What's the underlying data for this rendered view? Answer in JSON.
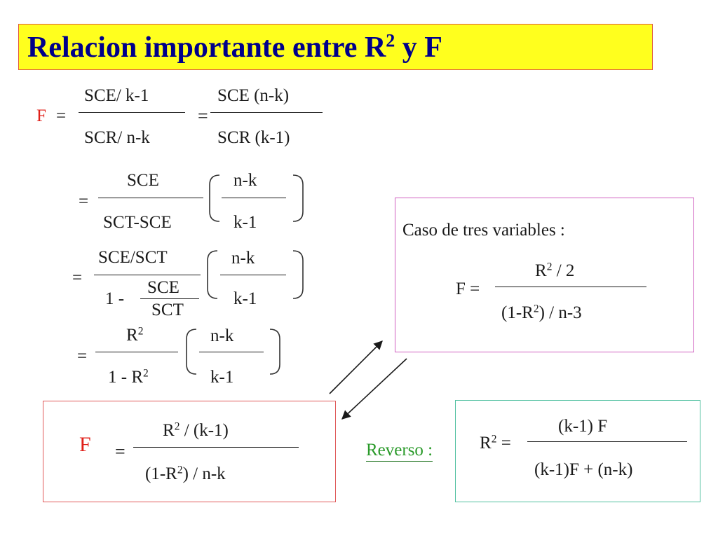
{
  "title": {
    "main": "Relacion importante entre R",
    "sup": "2",
    "tail": " y F"
  },
  "eq1": {
    "f_label": "F",
    "eq": "=",
    "num1": "SCE/ k-1",
    "den1": "SCR/ n-k",
    "eq2": "=",
    "num2": "SCE (n-k)",
    "den2": "SCR (k-1)"
  },
  "eq2": {
    "eq": "=",
    "num": "SCE",
    "den": "SCT-SCE",
    "pnum": "n-k",
    "pden": "k-1"
  },
  "eq3": {
    "eq": "=",
    "num": "SCE/SCT",
    "den_prefix": "1 -",
    "den_num": "SCE",
    "den_den": "SCT",
    "pnum": "n-k",
    "pden": "k-1"
  },
  "eq4": {
    "eq": "=",
    "num_base": "R",
    "num_sup": "2",
    "den_base": "1 - R",
    "den_sup": "2",
    "pnum": "n-k",
    "pden": "k-1"
  },
  "result_box": {
    "f_label": "F",
    "eq": "=",
    "num_pre": "R",
    "num_sup": "2",
    "num_post": " / (k-1)",
    "den_pre": "(1-R",
    "den_sup": "2",
    "den_post": ") / n-k"
  },
  "three_vars_box": {
    "heading": "Caso de tres variables :",
    "f_label": "F =",
    "num_pre": "R",
    "num_sup": "2",
    "num_post": " / 2",
    "den_pre": "(1-R",
    "den_sup": "2",
    "den_post": ") / n-3"
  },
  "reverse": {
    "label": "Reverso :",
    "lhs_base": "R",
    "lhs_sup": "2",
    "lhs_eq": " =",
    "num": "(k-1) F",
    "den": "(k-1)F + (n-k)"
  },
  "colors": {
    "title_bg": "#ffff1e",
    "title_text": "#00008a",
    "f_red": "#e0201a",
    "box_red": "#e05a5a",
    "box_pink": "#d060c0",
    "box_green": "#50c0a0",
    "reverse_green": "#2a9a2a"
  }
}
